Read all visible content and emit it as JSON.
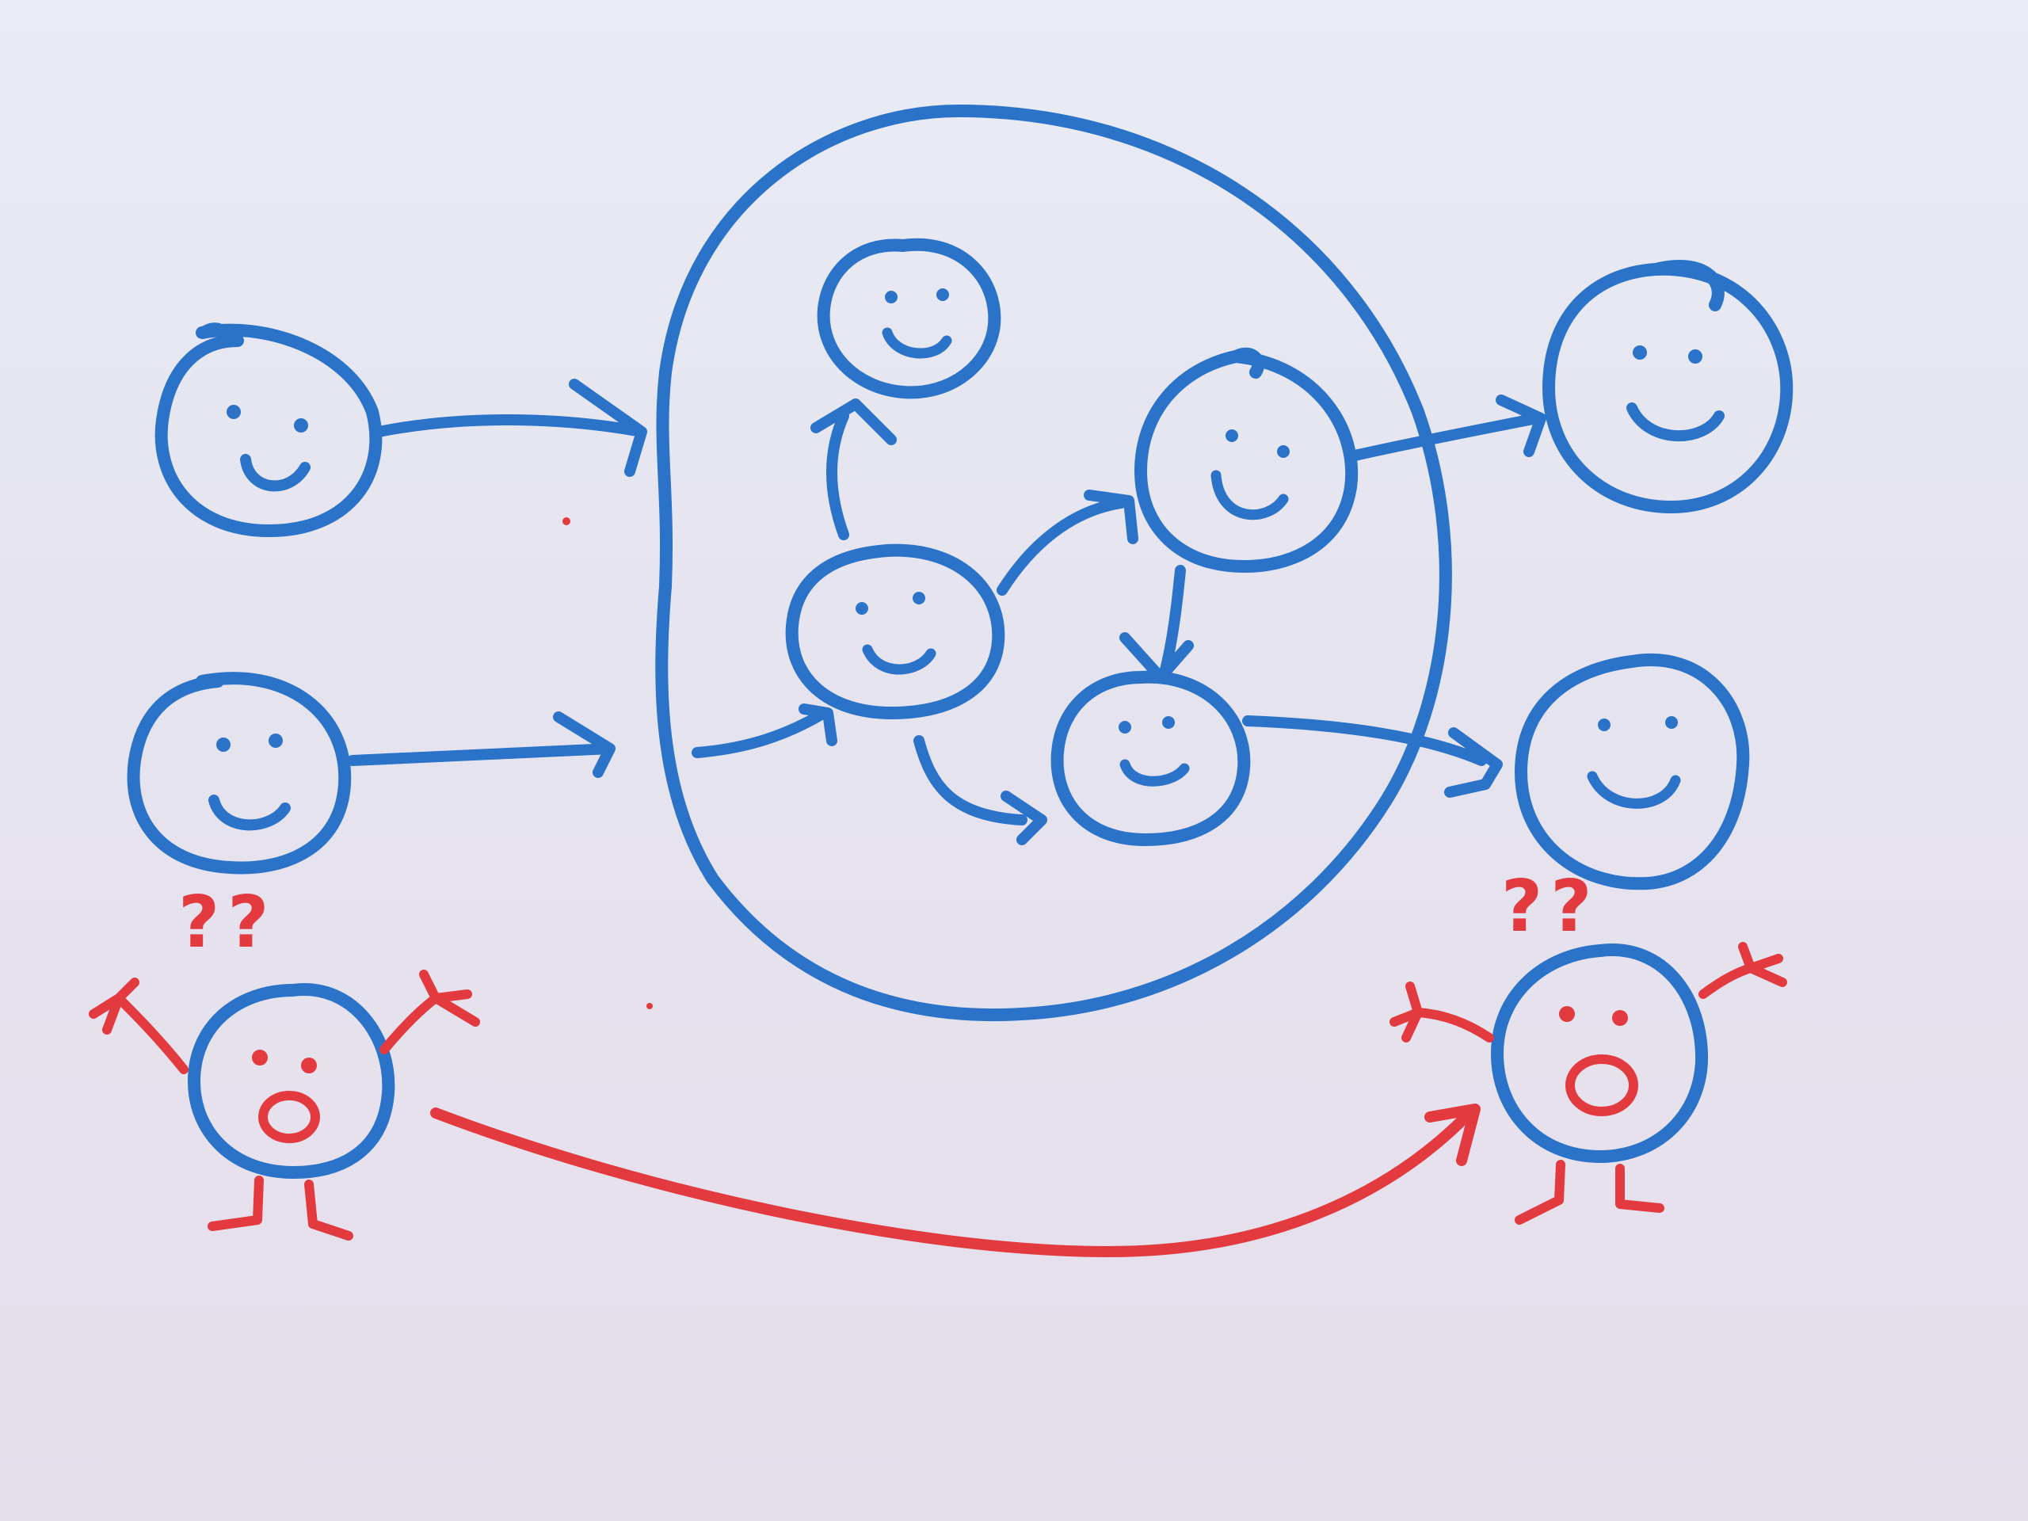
{
  "colors": {
    "blue_marker": "#2a73c8",
    "red_marker": "#e23a3f"
  },
  "figures": [
    "smiley-left-top",
    "smiley-left-middle",
    "confused-person-left",
    "smiley-inner-top",
    "smiley-inner-center",
    "smiley-inner-right-top",
    "smiley-inner-right-bottom",
    "smiley-right-top",
    "smiley-right-middle",
    "confused-person-right"
  ],
  "annotations": {
    "left_question_marks": "??",
    "right_question_marks": "??"
  }
}
